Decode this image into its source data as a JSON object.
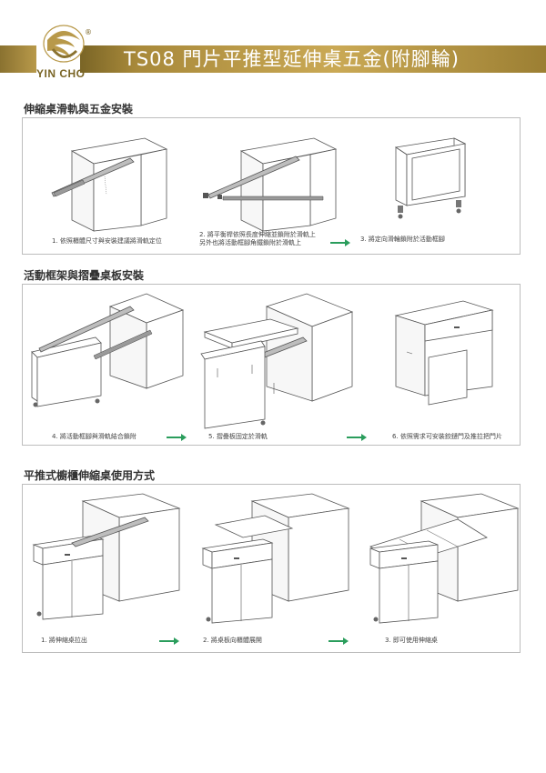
{
  "header": {
    "title": "TS08 門片平推型延伸桌五金(附腳輪)",
    "logo_text": "YIN CHO",
    "logo_mark": "®"
  },
  "sections": [
    {
      "title": "伸縮桌滑軌與五金安裝",
      "steps": [
        "1. 依照櫃體尺寸與安裝建議將滑軌定位",
        "2. 將平衡桿依照長度伸縮並鎖附於滑軌上",
        "另外也將活動框腳角鐵鎖附於滑軌上",
        "3. 將定向滑輪鎖附於活動框腳"
      ]
    },
    {
      "title": "活動框架與摺疊桌板安裝",
      "steps": [
        "4. 將活動框腳與滑軌結合鎖附",
        "5. 摺疊板固定於滑軌",
        "6. 依照需求可安裝鉸鏈門及推拉把門片"
      ]
    },
    {
      "title": "平推式櫥櫃伸縮桌使用方式",
      "steps": [
        "1. 將伸縮桌拉出",
        "2. 將桌板向櫃體展開",
        "3. 即可使用伸縮桌"
      ]
    }
  ],
  "colors": {
    "gold": "#b8994a",
    "arrow_green": "#2a9d5c",
    "line": "#555555"
  }
}
